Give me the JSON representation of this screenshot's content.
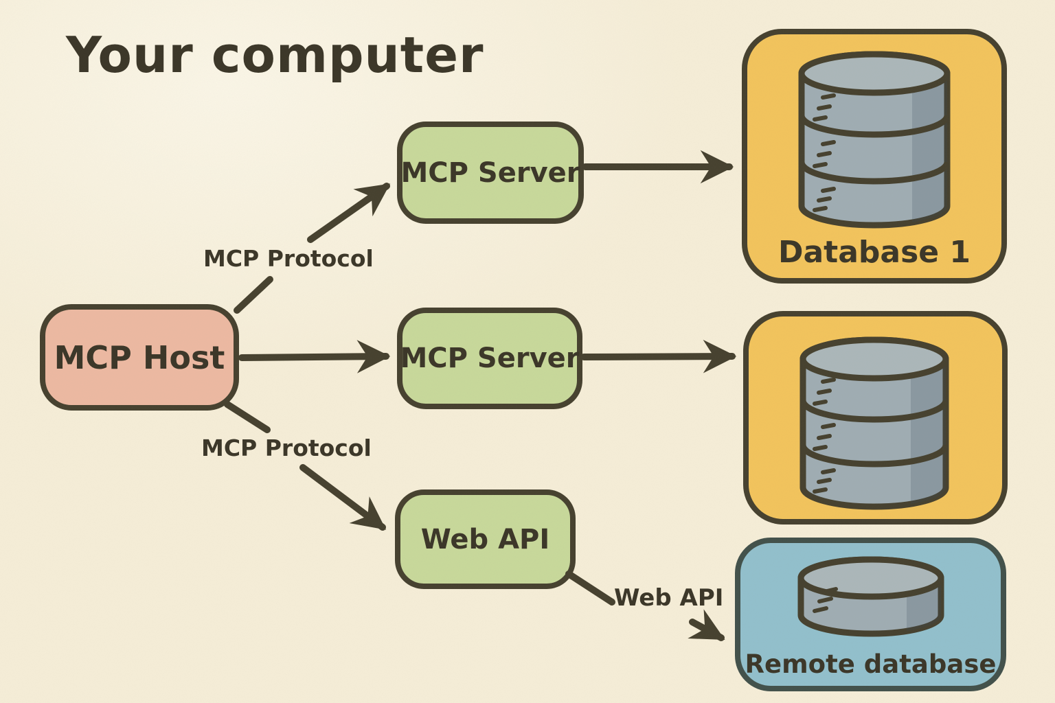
{
  "title": "Your computer",
  "colors": {
    "bg": "#f6eed8",
    "ink": "#3a3527",
    "stroke": "#45402e",
    "host": "#edb9a2",
    "server": "#c8d99b",
    "db": "#f3c45c",
    "remote": "#92c0cd",
    "remote-border": "#41504a",
    "cyl-body": "#9fadb3",
    "cyl-top": "#abb7ba"
  },
  "nodes": {
    "mcp_host": {
      "label": "MCP Host"
    },
    "mcp_server_1": {
      "label": "MCP Server"
    },
    "mcp_server_2": {
      "label": "MCP Server"
    },
    "web_api": {
      "label": "Web API"
    },
    "database_1": {
      "label": "Database 1"
    },
    "database_2": {
      "label": ""
    },
    "remote_database": {
      "label": "Remote database"
    }
  },
  "edges": [
    {
      "from": "mcp_host",
      "to": "mcp_server_1",
      "label": "MCP Protocol"
    },
    {
      "from": "mcp_host",
      "to": "mcp_server_2",
      "label": ""
    },
    {
      "from": "mcp_host",
      "to": "web_api",
      "label": "MCP Protocol"
    },
    {
      "from": "mcp_server_1",
      "to": "database_1",
      "label": ""
    },
    {
      "from": "mcp_server_2",
      "to": "database_2",
      "label": ""
    },
    {
      "from": "web_api",
      "to": "remote_database",
      "label": "Web API"
    }
  ],
  "icons": {
    "database_1": "database-cylinder-icon",
    "database_2": "database-cylinder-icon",
    "remote_database": "database-cylinder-icon"
  }
}
